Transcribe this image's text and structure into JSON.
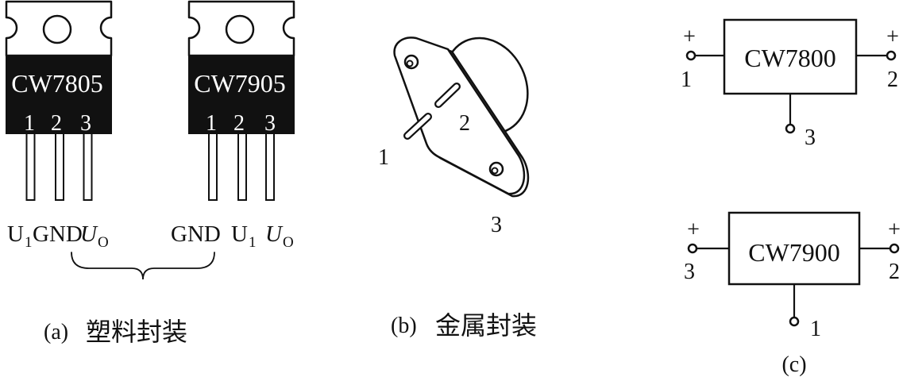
{
  "plastic_package": {
    "caption": {
      "label": "(a)",
      "text": "塑料封装"
    },
    "left": {
      "part_number": "CW7805",
      "pin_numbers": [
        "1",
        "2",
        "3"
      ],
      "lead_labels": [
        {
          "main": "U",
          "sub": "1"
        },
        {
          "main": "GND"
        },
        {
          "main": "U",
          "sub": "O"
        }
      ]
    },
    "right": {
      "part_number": "CW7905",
      "pin_numbers": [
        "1",
        "2",
        "3"
      ],
      "lead_labels": [
        {
          "main": "GND"
        },
        {
          "main": "U",
          "sub": "1"
        },
        {
          "main": "U",
          "sub": "O"
        }
      ]
    }
  },
  "metal_package": {
    "caption": {
      "label": "(b)",
      "text": "金属封装"
    },
    "pin_numbers": [
      "1",
      "2",
      "3"
    ]
  },
  "block_symbols": {
    "caption": "(c)",
    "upper": {
      "part_number": "CW7800",
      "left_terminal": {
        "polarity": "+",
        "pin": "1"
      },
      "right_terminal": {
        "polarity": "+",
        "pin": "2"
      },
      "bottom_terminal": {
        "pin": "3"
      }
    },
    "lower": {
      "part_number": "CW7900",
      "left_terminal": {
        "polarity": "+",
        "pin": "3"
      },
      "right_terminal": {
        "polarity": "+",
        "pin": "2"
      },
      "bottom_terminal": {
        "pin": "1"
      }
    }
  }
}
